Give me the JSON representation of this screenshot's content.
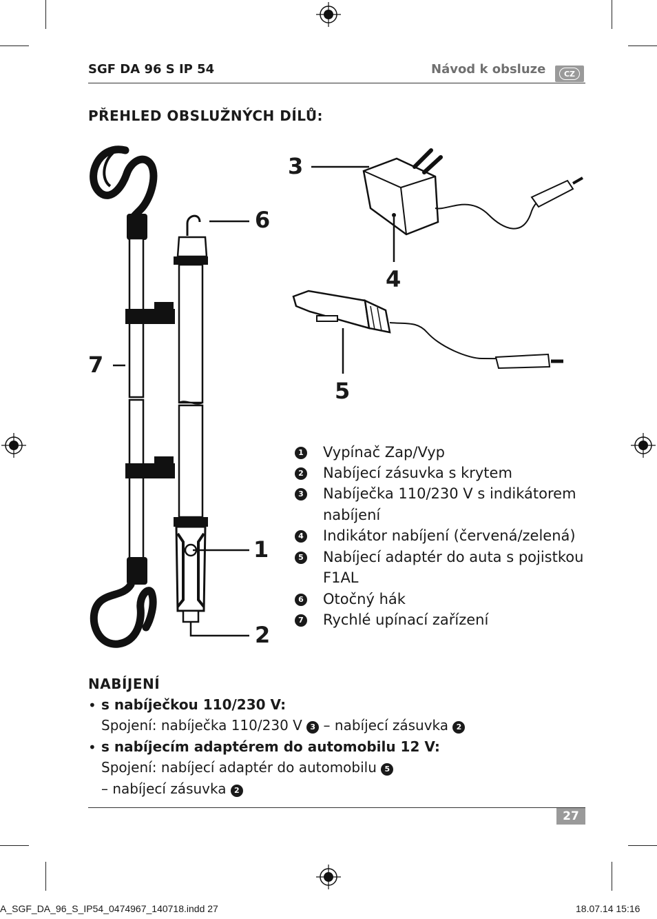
{
  "header": {
    "product": "SGF DA 96 S IP 54",
    "manual_title": "Návod k obsluze",
    "lang_badge": "CZ"
  },
  "overview": {
    "title": "PŘEHLED OBSLUŽNÝCH DÍLŮ:",
    "labels": [
      "1",
      "2",
      "3",
      "4",
      "5",
      "6",
      "7"
    ],
    "legend": [
      {
        "num": "1",
        "text": "Vypínač Zap/Vyp"
      },
      {
        "num": "2",
        "text": "Nabíjecí zásuvka s krytem"
      },
      {
        "num": "3",
        "text": "Nabíječka 110/230 V s indikátorem",
        "cont": "nabíjení"
      },
      {
        "num": "4",
        "text": "Indikátor nabíjení (červená/zelená)"
      },
      {
        "num": "5",
        "text": "Nabíjecí adaptér do auta s pojistkou",
        "cont": "F1AL"
      },
      {
        "num": "6",
        "text": "Otočný hák"
      },
      {
        "num": "7",
        "text": "Rychlé upínací zařízení"
      }
    ]
  },
  "charging": {
    "title": "NABÍJENÍ",
    "bullet": "•",
    "item1_head": "s nabíječkou 110/230 V:",
    "item1_text_a": "Spojení: nabíječka 110/230 V",
    "item1_num_a": "3",
    "item1_text_b": "– nabíjecí zásuvka",
    "item1_num_b": "2",
    "item2_head": "s nabíjecím adaptérem do automobilu 12 V:",
    "item2_text_a": "Spojení: nabíjecí adaptér do automobilu",
    "item2_num_a": "5",
    "item2_text_b": "– nabíjecí zásuvka",
    "item2_num_b": "2"
  },
  "footer": {
    "page_number": "27",
    "slug_file": "A_SGF_DA_96_S_IP54_0474967_140718.indd   27",
    "slug_date": "18.07.14   15:16"
  }
}
